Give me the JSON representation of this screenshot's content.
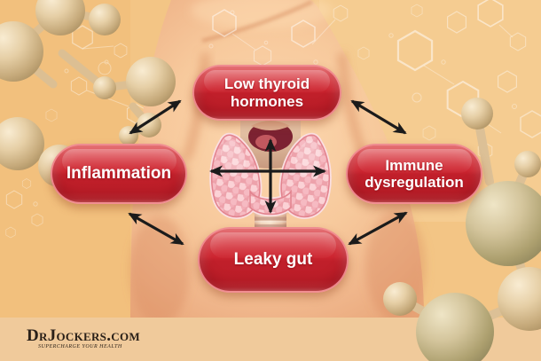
{
  "brand": {
    "name": "DrJockers.com",
    "tagline": "SUPERCHARGE YOUR HEALTH"
  },
  "diagram": {
    "nodes": {
      "low_thyroid": {
        "label": "Low thyroid\nhormones"
      },
      "inflammation": {
        "label": "Inflammation"
      },
      "immune_dysregulation": {
        "label": "Immune\ndysregulation"
      },
      "leaky_gut": {
        "label": "Leaky gut"
      }
    },
    "center_illustration": "thyroid-gland",
    "connections": [
      {
        "from": "inflammation",
        "to": "low_thyroid",
        "style": "double-headed-arrow"
      },
      {
        "from": "low_thyroid",
        "to": "immune_dysregulation",
        "style": "double-headed-arrow"
      },
      {
        "from": "inflammation",
        "to": "leaky_gut",
        "style": "double-headed-arrow"
      },
      {
        "from": "leaky_gut",
        "to": "immune_dysregulation",
        "style": "double-headed-arrow"
      },
      {
        "from": "inflammation",
        "to": "immune_dysregulation",
        "style": "double-headed-arrow",
        "through": "thyroid-gland"
      },
      {
        "from": "low_thyroid",
        "to": "leaky_gut",
        "style": "double-headed-arrow",
        "through": "thyroid-gland"
      }
    ]
  },
  "colors": {
    "node_red": "#c9232e",
    "node_border_pink": "#f3999c",
    "arrow": "#1b1b1b",
    "background_tan": "#f3c585",
    "skin_peach": "#f6c99e",
    "thyroid_pink": "#eda2ab"
  }
}
